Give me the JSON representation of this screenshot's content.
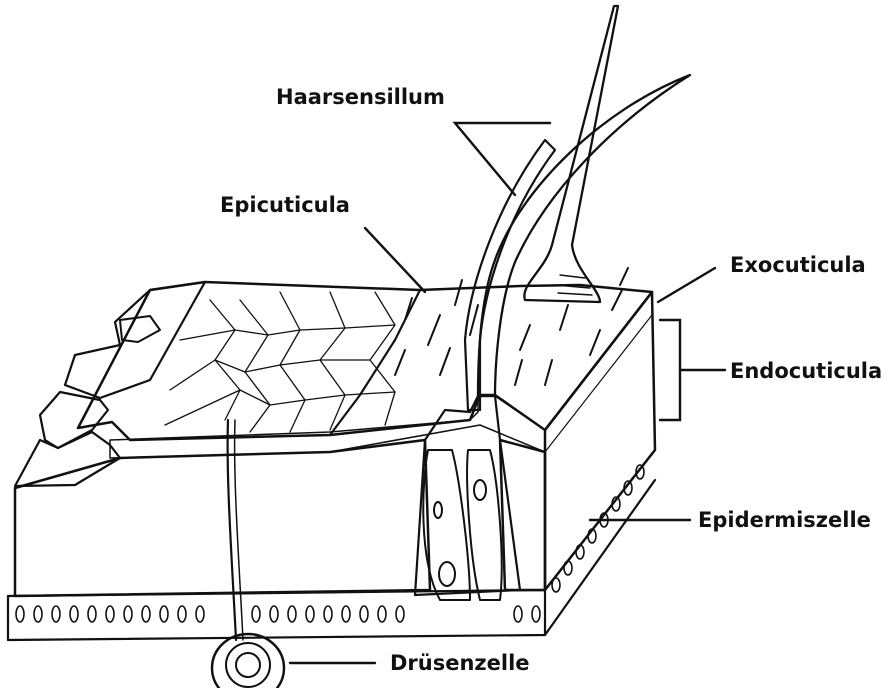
{
  "labels": {
    "haarsensillum": "Haarsensillum",
    "epicuticula": "Epicuticula",
    "exocuticula": "Exocuticula",
    "endocuticula": "Endocuticula",
    "epidermiszelle": "Epidermiszelle",
    "druesenzelle": "Drüsenzelle"
  },
  "colors": {
    "ink": "#111111",
    "paper": "#ffffff"
  }
}
